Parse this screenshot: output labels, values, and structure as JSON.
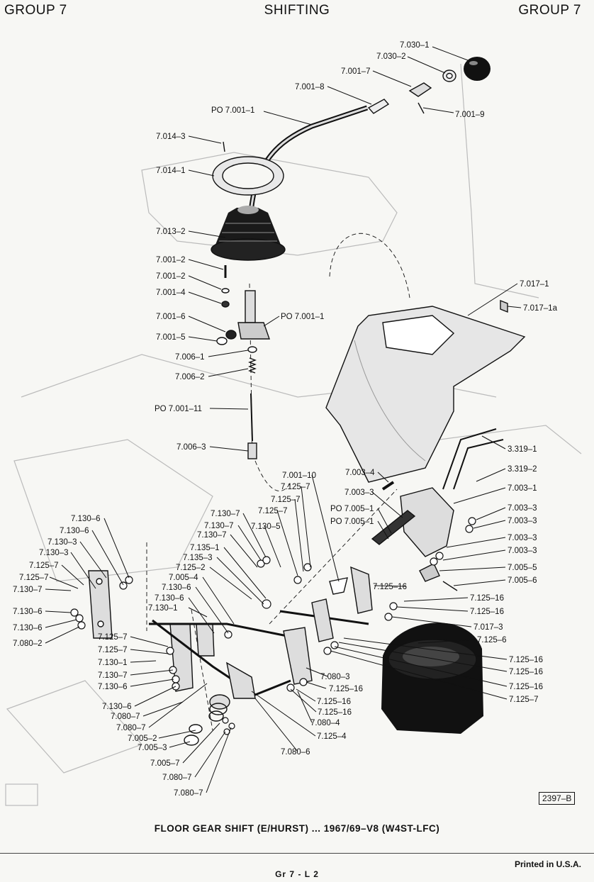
{
  "header": {
    "left": "GROUP 7",
    "center": "SHIFTING",
    "right": "GROUP 7"
  },
  "labels": [
    "7.030–1",
    "7.030–2",
    "7.001–7",
    "7.001–8",
    "PO 7.001–1",
    "7.001–9",
    "7.014–3",
    "7.014–1",
    "7.013–2",
    "7.001–2",
    "7.001–2",
    "7.001–4",
    "7.001–6",
    "PO 7.001–1",
    "7.001–5",
    "7.006–1",
    "7.006–2",
    "PO 7.001–11",
    "7.006–3",
    "7.017–1",
    "7.017–1a",
    "3.319–1",
    "3.319–2",
    "7.003–1",
    "7.003–4",
    "7.003–3",
    "7.003–3",
    "7.003–3",
    "7.003–3",
    "7.003–3",
    "7.005–5",
    "7.005–6",
    "7.001–10",
    "7.125–7",
    "7.125–7",
    "7.125–7",
    "PO 7.005–1",
    "PO 7.005–1",
    "7.130–7",
    "7.130–7",
    "7.130–7",
    "7.135–1",
    "7.135–3",
    "7.130–5",
    "7.125–2",
    "7.005–4",
    "7.130–6",
    "7.130–6",
    "7.130–1",
    "7.130–6",
    "7.130–6",
    "7.130–3",
    "7.130–3",
    "7.125–7",
    "7.125–7",
    "7.130–7",
    "7.130–6",
    "7.130–6",
    "7.080–2",
    "7.125–16",
    "7.125–16",
    "7.125–16",
    "7.017–3",
    "7.125–6",
    "7.125–16",
    "7.125–16",
    "7.125–16",
    "7.125–7",
    "7.125–7",
    "7.125–7",
    "7.130–1",
    "7.130–7",
    "7.130–6",
    "7.130–6",
    "7.080–7",
    "7.080–7",
    "7.080–3",
    "7.125–16",
    "7.125–16",
    "7.125–16",
    "7.080–4",
    "7.125–4",
    "7.005–2",
    "7.005–3",
    "7.080–6",
    "7.005–7",
    "7.080–7",
    "7.080–7"
  ],
  "ref_code": "2397–B",
  "caption": "FLOOR GEAR SHIFT (E/HURST) ... 1967/69–V8 (W4ST-LFC)",
  "footer": {
    "center": "Gr 7 - L 2",
    "right": "Printed in U.S.A."
  }
}
